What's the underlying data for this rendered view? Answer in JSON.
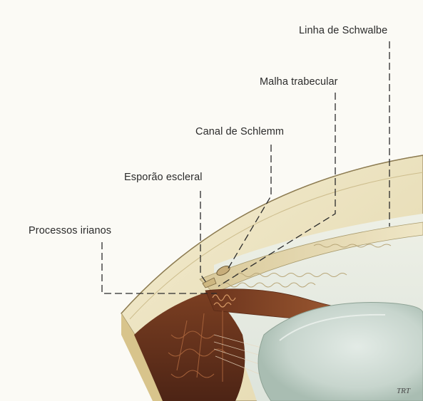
{
  "labels": {
    "schwalbe": "Linha de Schwalbe",
    "trabecular": "Malha trabecular",
    "schlemm": "Canal de Schlemm",
    "esporao": "Esporão escleral",
    "processos": "Processos irianos"
  },
  "signature": "TRT",
  "colors": {
    "background": "#fbfaf5",
    "cornea": "#ece3bf",
    "sclera": "#e7dcb6",
    "iris_root": "#8a4a28",
    "ciliary_body": "#5e2f1c",
    "lens": "#c9d6cf",
    "leader_line": "#2b2b2b"
  }
}
